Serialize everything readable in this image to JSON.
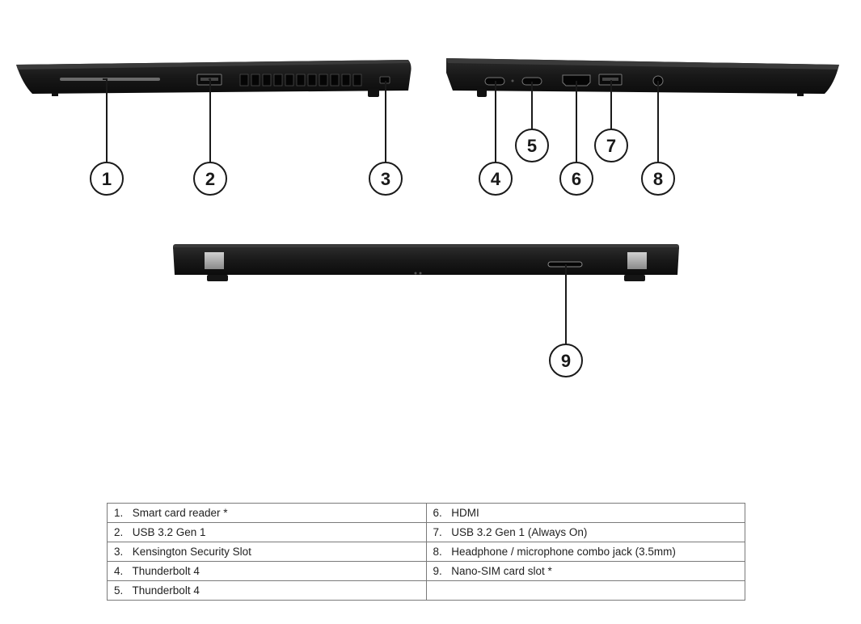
{
  "callouts": [
    "1",
    "2",
    "3",
    "4",
    "5",
    "6",
    "7",
    "8",
    "9"
  ],
  "legend": {
    "rows": [
      [
        {
          "num": "1.",
          "label": "Smart card reader *"
        },
        {
          "num": "6.",
          "label": "HDMI"
        }
      ],
      [
        {
          "num": "2.",
          "label": "USB 3.2 Gen 1"
        },
        {
          "num": "7.",
          "label": "USB 3.2 Gen 1 (Always On)"
        }
      ],
      [
        {
          "num": "3.",
          "label": "Kensington Security Slot"
        },
        {
          "num": "8.",
          "label": "Headphone / microphone combo jack (3.5mm)"
        }
      ],
      [
        {
          "num": "4.",
          "label": "Thunderbolt 4"
        },
        {
          "num": "9.",
          "label": "Nano-SIM card slot *"
        }
      ],
      [
        {
          "num": "5.",
          "label": "Thunderbolt 4"
        },
        {
          "num": "",
          "label": ""
        }
      ]
    ]
  },
  "colors": {
    "chassis": "#1e1e1e",
    "chassis_edge": "#3a3a3a",
    "hinge": "#b0b0b0",
    "leader": "#1a1a1a"
  }
}
